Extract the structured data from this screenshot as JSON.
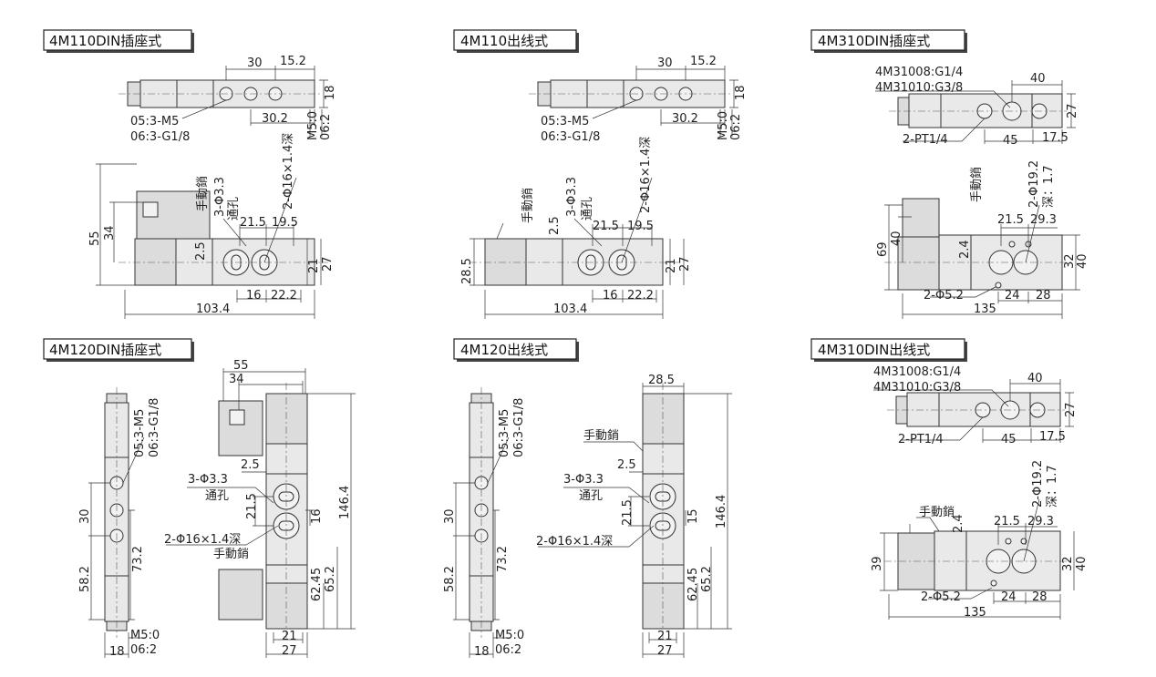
{
  "panels": [
    {
      "title": "4M110DIN插座式",
      "top": {
        "d30": "30",
        "d15_2": "15.2",
        "d18": "18",
        "d30_2": "30.2",
        "port1": "05:3-M5",
        "port2": "06:3-G1/8",
        "m50": "M5:0",
        "o62": "06:2"
      },
      "front": {
        "d55": "55",
        "d34": "34",
        "manual": "手動銷",
        "hole": "3-Φ3.3",
        "through": "通孔",
        "mount": "2-Φ16×1.4深",
        "d21_5": "21.5",
        "d19_5": "19.5",
        "d2_5": "2.5",
        "d21": "21",
        "d27": "27",
        "d16": "16",
        "d22_2": "22.2",
        "d103_4": "103.4"
      }
    },
    {
      "title": "4M110出线式",
      "top": {
        "d30": "30",
        "d15_2": "15.2",
        "d18": "18",
        "d30_2": "30.2",
        "port1": "05:3-M5",
        "port2": "06:3-G1/8",
        "m50": "M5:0",
        "o62": "06:2"
      },
      "front": {
        "d28_5": "28.5",
        "manual": "手動銷",
        "hole": "3-Φ3.3",
        "through": "通孔",
        "mount": "2-Φ16×1.4深",
        "d21_5": "21.5",
        "d19_5": "19.5",
        "d2_5": "2.5",
        "d21": "21",
        "d27": "27",
        "d16": "16",
        "d22_2": "22.2",
        "d103_4": "103.4"
      }
    },
    {
      "title": "4M310DIN插座式",
      "top": {
        "m1": "4M31008:G1/4",
        "m2": "4M31010:G3/8",
        "d40": "40",
        "d27": "27",
        "pt": "2-PT1/4",
        "d45": "45",
        "d17_5": "17.5"
      },
      "front": {
        "d69": "69",
        "d40a": "40",
        "manual": "手動銷",
        "mount": "2-Φ19.2",
        "depth": "深：1.7",
        "d21_5": "21.5",
        "d29_3": "29.3",
        "d2_4": "2.4",
        "d32": "32",
        "d40b": "40",
        "hole": "2-Φ5.2",
        "d24": "24",
        "d28": "28",
        "d135": "135"
      }
    },
    {
      "title": "4M120DIN插座式",
      "side": {
        "port1": "05:3-M5",
        "port2": "06:3-G1/8",
        "d30": "30",
        "d58_2": "58.2",
        "d73_2": "73.2",
        "m50": "M5:0",
        "o62": "06:2",
        "d18": "18"
      },
      "front": {
        "d55": "55",
        "d34": "34",
        "d2_5": "2.5",
        "hole": "3-Φ3.3",
        "through": "通孔",
        "d21_5": "21.5",
        "d16": "16",
        "mount": "2-Φ16×1.4深",
        "manual": "手動銷",
        "d62_45": "62.45",
        "d65_2": "65.2",
        "d146_4": "146.4",
        "d21": "21",
        "d27": "27"
      }
    },
    {
      "title": "4M120出线式",
      "side": {
        "port1": "05:3-M5",
        "port2": "06:3-G1/8",
        "d30": "30",
        "d58_2": "58.2",
        "d73_2": "73.2",
        "m50": "M5:0",
        "o62": "06:2",
        "d18": "18"
      },
      "front": {
        "d28_5": "28.5",
        "manual": "手動銷",
        "d2_5": "2.5",
        "hole": "3-Φ3.3",
        "through": "通孔",
        "d21_5": "21.5",
        "d15": "15",
        "mount": "2-Φ16×1.4深",
        "d62_45": "62.45",
        "d65_2": "65.2",
        "d146_4": "146.4",
        "d21": "21",
        "d27": "27"
      }
    },
    {
      "title": "4M310DIN出线式",
      "top": {
        "m1": "4M31008:G1/4",
        "m2": "4M31010:G3/8",
        "d40": "40",
        "d27": "27",
        "pt": "2-PT1/4",
        "d45": "45",
        "d17_5": "17.5"
      },
      "front": {
        "manual": "手動銷",
        "d2_4": "2.4",
        "mount": "2-Φ19.2",
        "depth": "深：1.7",
        "d21_5": "21.5",
        "d29_3": "29.3",
        "d39": "39",
        "d32": "32",
        "d40": "40",
        "hole": "2-Φ5.2",
        "d24": "24",
        "d28": "28",
        "d135": "135"
      }
    }
  ]
}
